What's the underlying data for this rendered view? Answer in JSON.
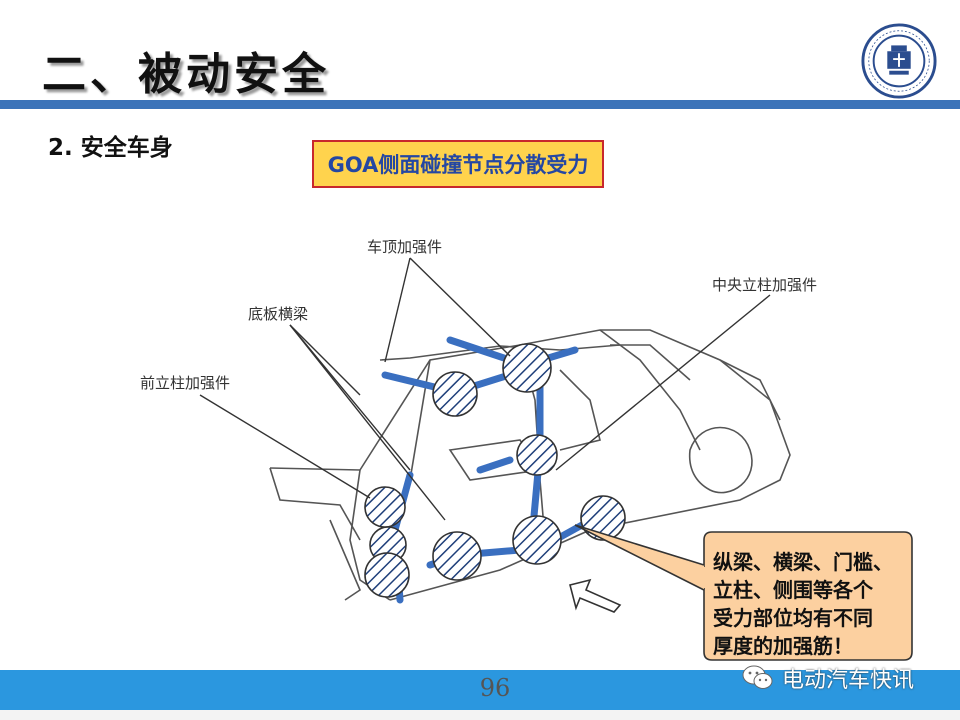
{
  "slide": {
    "title": "二、被动安全",
    "subtitle": "2. 安全车身",
    "highlight_box": "GOA侧面碰撞节点分散受力",
    "page_number": "96"
  },
  "labels": {
    "roof_reinforcement": "车顶加强件",
    "floor_crossbeam": "底板横梁",
    "front_pillar": "前立柱加强件",
    "center_pillar": "中央立柱加强件"
  },
  "callout": {
    "line1": "纵梁、横梁、门槛、",
    "line2": "立柱、侧围等各个",
    "line3": "受力部位均有不同",
    "line4": "厚度的加强筋！"
  },
  "watermark": {
    "text": "电动汽车快讯"
  },
  "colors": {
    "title_rule": "#3b73b9",
    "highlight_fill": "#ffd34d",
    "highlight_border": "#c8282c",
    "highlight_text": "#2447a3",
    "callout_fill": "#fcd0a0",
    "footer": "#2b97df",
    "arrow": "#3a6fc0"
  }
}
